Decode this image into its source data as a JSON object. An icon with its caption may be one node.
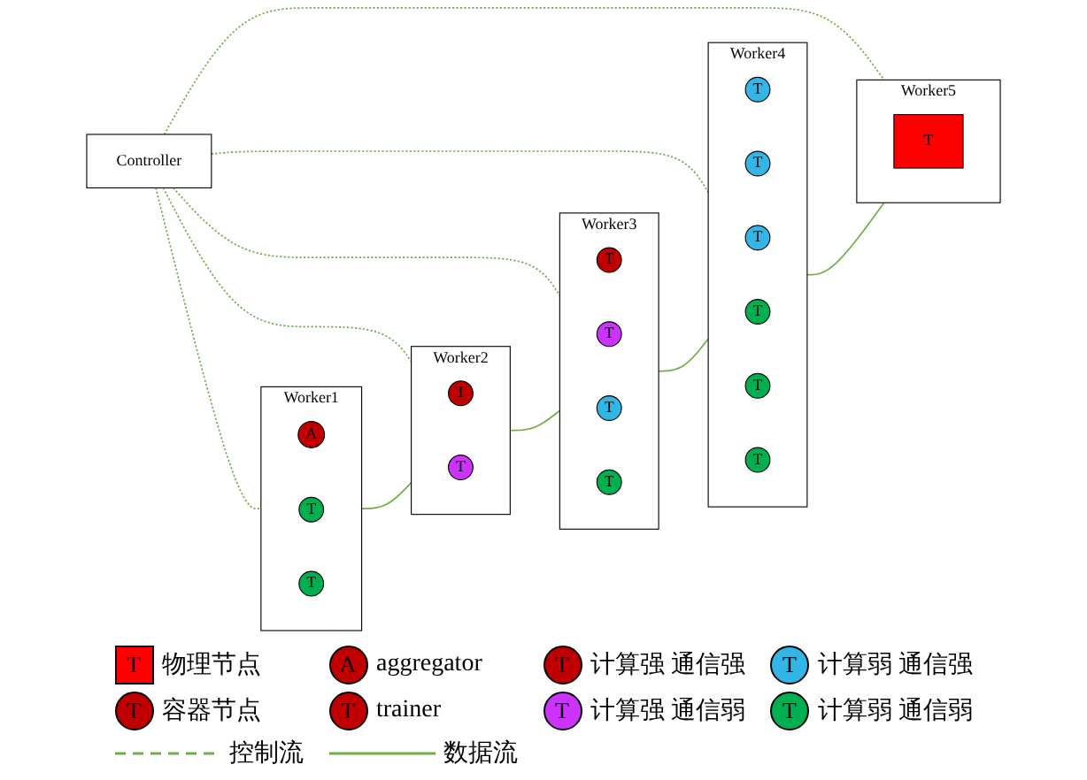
{
  "diagram": {
    "nodes": [
      {
        "text": [
          "Controller"
        ]
      },
      {
        "text": [
          "Worker1"
        ]
      },
      {
        "text": [
          "A"
        ],
        "in": 1
      },
      {
        "text": [
          "T"
        ],
        "in": 1
      },
      {
        "text": [
          "T"
        ],
        "in": 1
      },
      {
        "text": [
          "Worker2"
        ]
      },
      {
        "text": [
          "T"
        ],
        "in": 5
      },
      {
        "text": [
          "T"
        ],
        "in": 5
      },
      {
        "text": [
          "Worker3"
        ]
      },
      {
        "text": [
          "T"
        ],
        "in": 8
      },
      {
        "text": [
          "T"
        ],
        "in": 8
      },
      {
        "text": [
          "T"
        ],
        "in": 8
      },
      {
        "text": [
          "T"
        ],
        "in": 8
      },
      {
        "text": [
          "Worker4"
        ]
      },
      {
        "text": [
          "T"
        ],
        "in": 13
      },
      {
        "text": [
          "T"
        ],
        "in": 13
      },
      {
        "text": [
          "T"
        ],
        "in": 13
      },
      {
        "text": [
          "T"
        ],
        "in": 13
      },
      {
        "text": [
          "T"
        ],
        "in": 13
      },
      {
        "text": [
          "T"
        ],
        "in": 13
      },
      {
        "text": [
          "Worker5"
        ]
      },
      {
        "text": [
          "T"
        ],
        "in": 20
      }
    ],
    "edges": [
      {
        "from": 0,
        "to": 1,
        "arrow": "none",
        "style": "dashed"
      },
      {
        "from": 0,
        "to": 5,
        "arrow": "none",
        "style": "dashed"
      },
      {
        "from": 0,
        "to": 8,
        "arrow": "none",
        "style": "dashed"
      },
      {
        "from": 0,
        "to": 13,
        "arrow": "none",
        "style": "dashed"
      },
      {
        "from": 0,
        "to": 20,
        "arrow": "none",
        "style": "dashed"
      },
      {
        "from": 1,
        "to": 5,
        "arrow": "none"
      },
      {
        "from": 5,
        "to": 8,
        "arrow": "none"
      },
      {
        "from": 8,
        "to": 13,
        "arrow": "none"
      },
      {
        "from": 13,
        "to": 20,
        "arrow": "none"
      }
    ],
    "labels": [
      "T",
      "A",
      "T",
      "T",
      "T",
      "T",
      "T",
      "T"
    ],
    "legend": [
      {
        "text": "物理节点",
        "color": "#ff0000"
      },
      {
        "text": "aggregator",
        "color": "#c00000"
      },
      {
        "text": "计算强 通信强",
        "color": "#c00000"
      },
      {
        "text": "计算弱 通信强",
        "color": "#33b5e5"
      },
      {
        "text": "容器节点",
        "color": "#c00000"
      },
      {
        "text": "trainer",
        "color": "#c00000"
      },
      {
        "text": "计算强 通信弱",
        "color": "#cc33ff"
      },
      {
        "text": "计算弱 通信弱",
        "color": "#00b050"
      },
      {
        "text": "控制流"
      },
      {
        "text": "数据流"
      }
    ]
  }
}
